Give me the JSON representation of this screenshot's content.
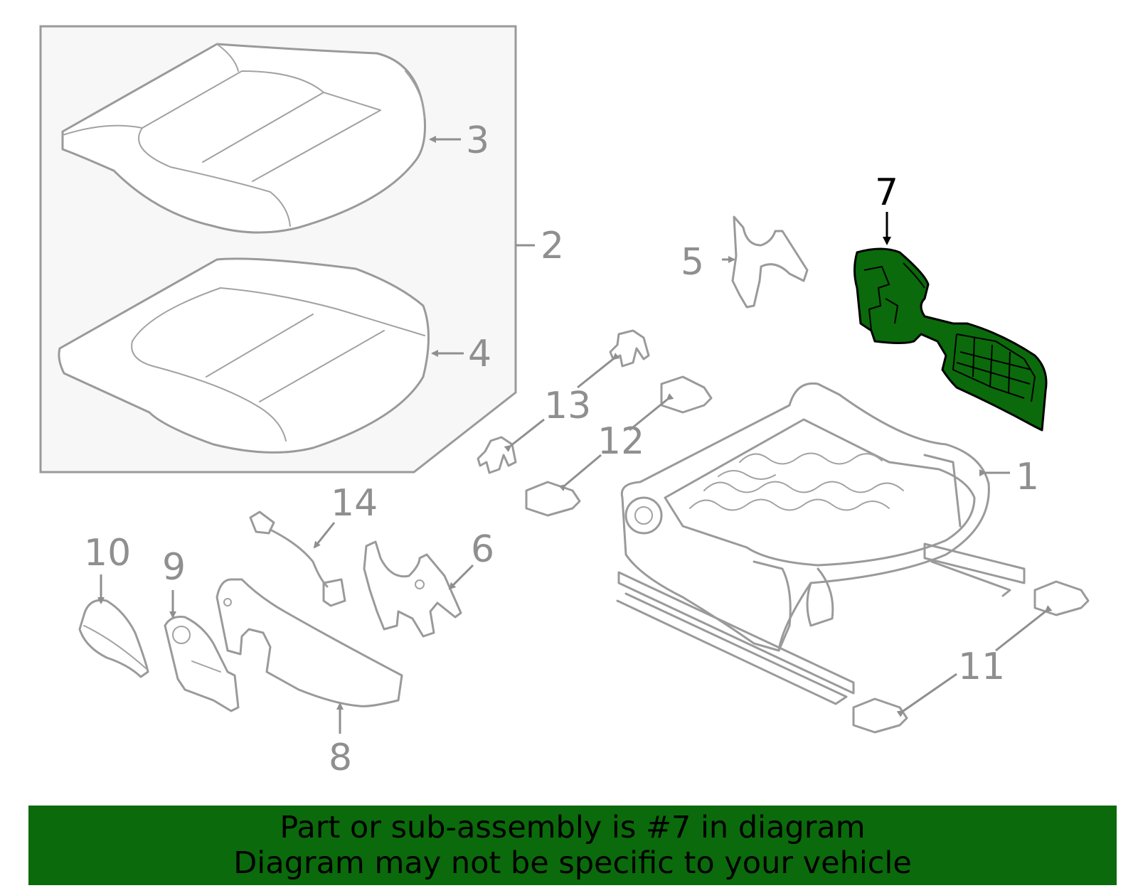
{
  "callouts": {
    "c1": "1",
    "c2": "2",
    "c3": "3",
    "c4": "4",
    "c5": "5",
    "c6": "6",
    "c7": "7",
    "c8": "8",
    "c9": "9",
    "c10": "10",
    "c11": "11",
    "c12": "12",
    "c13": "13",
    "c14": "14"
  },
  "highlight": {
    "part": "7",
    "color": "#0b6a0b"
  },
  "banner": {
    "line1": "Part or sub-assembly is #7 in diagram",
    "line2": "Diagram may not be specific to your vehicle",
    "background": "#0b6a0b"
  }
}
